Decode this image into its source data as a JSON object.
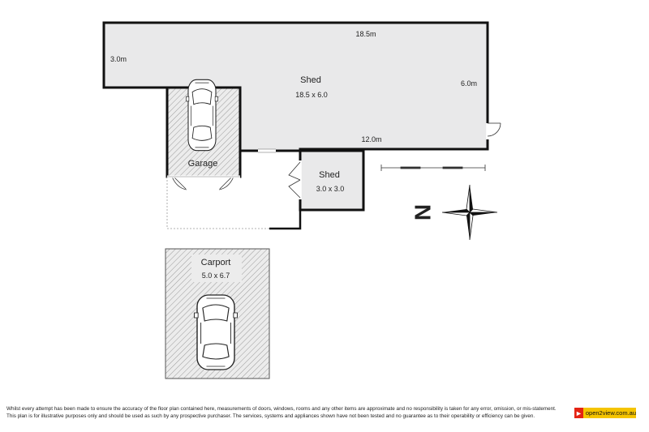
{
  "rooms": {
    "shed_main": {
      "label": "Shed",
      "size": "18.5 x 6.0"
    },
    "garage": {
      "label": "Garage"
    },
    "shed_small": {
      "label": "Shed",
      "size": "3.0 x 3.0"
    },
    "carport": {
      "label": "Carport",
      "size": "5.0 x 6.7"
    }
  },
  "dimensions": {
    "top_length": "18.5m",
    "left_depth": "3.0m",
    "right_depth": "6.0m",
    "inner_length": "12.0m"
  },
  "compass": {
    "north_label": "N"
  },
  "disclaimer": {
    "line1": "Whilst every attempt has been made to ensure the accuracy of the floor plan contained here, measurements of doors, windows, rooms and any other items are approximate and no responsibility is taken for any error, omission, or mis-statement.",
    "line2": "This plan is for illustrative purposes only and should be used as such by any prospective purchaser. The services, systems and appliances shown have not been tested and no guarantee as to their operability or efficiency can be given."
  },
  "logo": {
    "text": "open2view.com.au"
  },
  "colors": {
    "wall": "#111111",
    "floor": "#e9e9ea",
    "hatch": "#8a8a8a",
    "logo_bg": "#f5c400",
    "logo_accent": "#e42313"
  }
}
